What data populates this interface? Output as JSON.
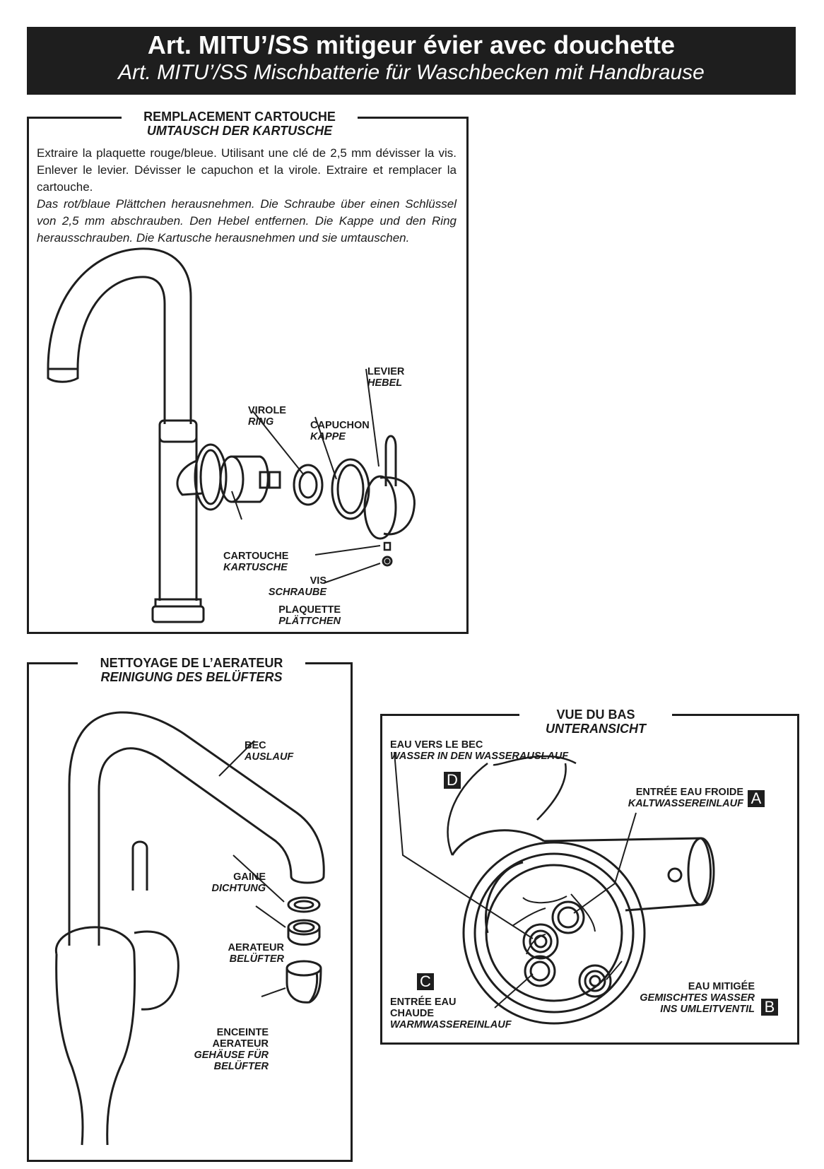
{
  "header": {
    "title_fr": "Art. MITU’/SS mitigeur évier avec douchette",
    "title_de": "Art. MITU’/SS Mischbatterie für Waschbecken mit Handbrause"
  },
  "cartridge": {
    "title_fr": "REMPLACEMENT CARTOUCHE",
    "title_de": "UMTAUSCH DER KARTUSCHE",
    "text_fr": "Extraire la plaquette rouge/bleue. Utilisant une clé de 2,5 mm dévisser la vis. Enlever le levier. Dévisser le capuchon et la virole. Extraire et remplacer la cartouche.",
    "text_de": "Das rot/blaue Plättchen herausnehmen. Die Schraube über einen Schlüssel von 2,5 mm abschrauben. Den Hebel entfernen. Die Kappe und den Ring herausschrauben. Die Kartusche herausnehmen und sie umtauschen.",
    "labels": {
      "levier_fr": "LEVIER",
      "levier_de": "HEBEL",
      "virole_fr": "VIROLE",
      "virole_de": "RING",
      "capuchon_fr": "CAPUCHON",
      "capuchon_de": "KAPPE",
      "cartouche_fr": "CARTOUCHE",
      "cartouche_de": "KARTUSCHE",
      "vis_fr": "VIS",
      "vis_de": "SCHRAUBE",
      "plaquette_fr": "PLAQUETTE",
      "plaquette_de": "PLÄTTCHEN"
    }
  },
  "aerator": {
    "title_fr": "NETTOYAGE DE L’AERATEUR",
    "title_de": "REINIGUNG DES BELÜFTERS",
    "labels": {
      "bec_fr": "BEC",
      "bec_de": "AUSLAUF",
      "gaine_fr": "GAINE",
      "gaine_de": "DICHTUNG",
      "aerateur_fr": "AERATEUR",
      "aerateur_de": "BELÜFTER",
      "enceinte_fr1": "ENCEINTE",
      "enceinte_fr2": "AERATEUR",
      "enceinte_de1": "GEHÄUSE FÜR",
      "enceinte_de2": "BELÜFTER"
    }
  },
  "bottom": {
    "title_fr": "VUE DU BAS",
    "title_de": "UNTERANSICHT",
    "labels": {
      "d_fr": "EAU VERS LE BEC",
      "d_de": "WASSER IN DEN WASSERAUSLAUF",
      "a_fr": "ENTRÉE EAU FROIDE",
      "a_de": "KALTWASSEREINLAUF",
      "b_fr": "EAU MITIGÉE",
      "b_de1": "GEMISCHTES WASSER",
      "b_de2": "INS UMLEITVENTIL",
      "c_fr1": "ENTRÉE EAU",
      "c_fr2": "CHAUDE",
      "c_de": "WARMWASSEREINLAUF",
      "letter_a": "A",
      "letter_b": "B",
      "letter_c": "C",
      "letter_d": "D"
    }
  }
}
